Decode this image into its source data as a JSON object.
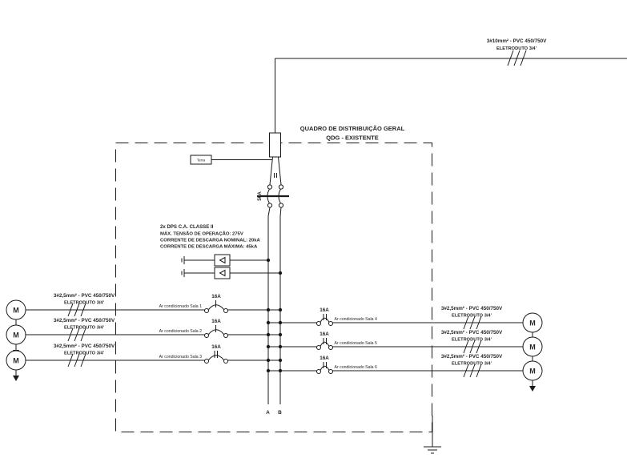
{
  "window": {
    "background": "#ffffff"
  },
  "colors": {
    "line": "#1a1a1a",
    "text": "#262626"
  },
  "feeder": {
    "cable": "3#10mm² - PVC 450/750V",
    "conduit": "ELETRODUTO 3/4'"
  },
  "panel": {
    "title": "QUADRO DE DISTRIBUIÇÃO GERAL",
    "subtitle": "QDG - EXISTENTE"
  },
  "main_breaker": {
    "rating": "50A"
  },
  "meter_box": {
    "label": "Terra"
  },
  "dps": {
    "title": "2x DPS C.A. CLASSE II",
    "max_voltage": "MÁX. TENSÃO DE OPERAÇÃO: 275V",
    "nominal_discharge": "CORRENTE DE DESCARGA NOMINAL: 20kA",
    "max_discharge": "CORRENTE DE DESCARGA MÁXIMA: 45kA"
  },
  "bus": {
    "a": "A",
    "b": "B"
  },
  "motor": {
    "symbol": "M"
  },
  "circuits": {
    "left": [
      {
        "label": "Ar condicionado Sala 1",
        "breaker": "16A",
        "cable": "3#2,5mm² - PVC 450/750V",
        "conduit": "ELETRODUTO 3/4'"
      },
      {
        "label": "Ar condicionado Sala 2",
        "breaker": "16A",
        "cable": "3#2,5mm² - PVC 450/750V",
        "conduit": "ELETRODUTO 3/4'"
      },
      {
        "label": "Ar condicionado Sala 3",
        "breaker": "16A",
        "cable": "3#2,5mm² - PVC 450/750V",
        "conduit": "ELETRODUTO 3/4'"
      }
    ],
    "right": [
      {
        "label": "Ar condicionado Sala 4",
        "breaker": "16A",
        "cable": "3#2,5mm² - PVC 450/750V",
        "conduit": "ELETRODUTO 3/4'"
      },
      {
        "label": "Ar condicionado Sala 5",
        "breaker": "16A",
        "cable": "3#2,5mm² - PVC 450/750V",
        "conduit": "ELETRODUTO 3/4'"
      },
      {
        "label": "Ar condicionado Sala 6",
        "breaker": "16A",
        "cable": "3#2,5mm² - PVC 450/750V",
        "conduit": "ELETRODUTO 3/4'"
      }
    ]
  }
}
